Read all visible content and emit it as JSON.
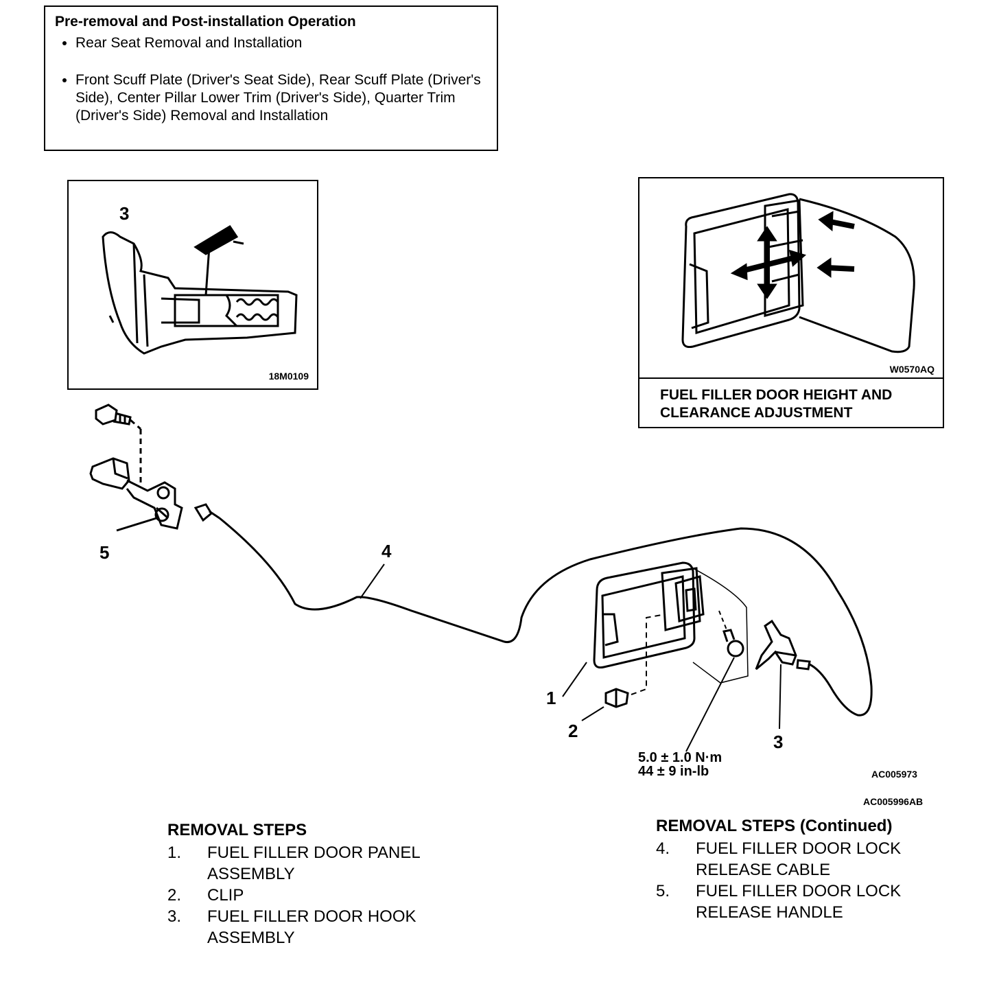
{
  "pre_box": {
    "title": "Pre-removal and Post-installation Operation",
    "items": [
      "Rear Seat Removal and Installation",
      "Front Scuff Plate (Driver's Seat Side), Rear Scuff Plate (Driver's Side), Center Pillar Lower Trim (Driver's Side), Quarter Trim (Driver's Side) Removal and Installation"
    ]
  },
  "inset_left": {
    "callout": "3",
    "code": "18M0109"
  },
  "inset_right": {
    "code": "W0570AQ",
    "caption_line1": "FUEL FILLER DOOR HEIGHT AND",
    "caption_line2": "CLEARANCE ADJUSTMENT"
  },
  "callouts": {
    "c1": "1",
    "c2": "2",
    "c3": "3",
    "c4": "4",
    "c5": "5"
  },
  "torque": {
    "line1": "5.0 ± 1.0 N·m",
    "line2": "44 ± 9 in-lb"
  },
  "codes": {
    "main": "AC005973",
    "page": "AC005996AB"
  },
  "removal_steps": {
    "heading": "REMOVAL STEPS",
    "steps": [
      {
        "num": "1.",
        "text": "FUEL FILLER DOOR PANEL ASSEMBLY"
      },
      {
        "num": "2.",
        "text": "CLIP"
      },
      {
        "num": "3.",
        "text": "FUEL FILLER DOOR HOOK ASSEMBLY"
      }
    ]
  },
  "removal_steps_continued": {
    "heading": "REMOVAL STEPS (Continued)",
    "steps": [
      {
        "num": "4.",
        "text": "FUEL FILLER DOOR LOCK RELEASE CABLE"
      },
      {
        "num": "5.",
        "text": "FUEL FILLER DOOR LOCK RELEASE HANDLE"
      }
    ]
  }
}
